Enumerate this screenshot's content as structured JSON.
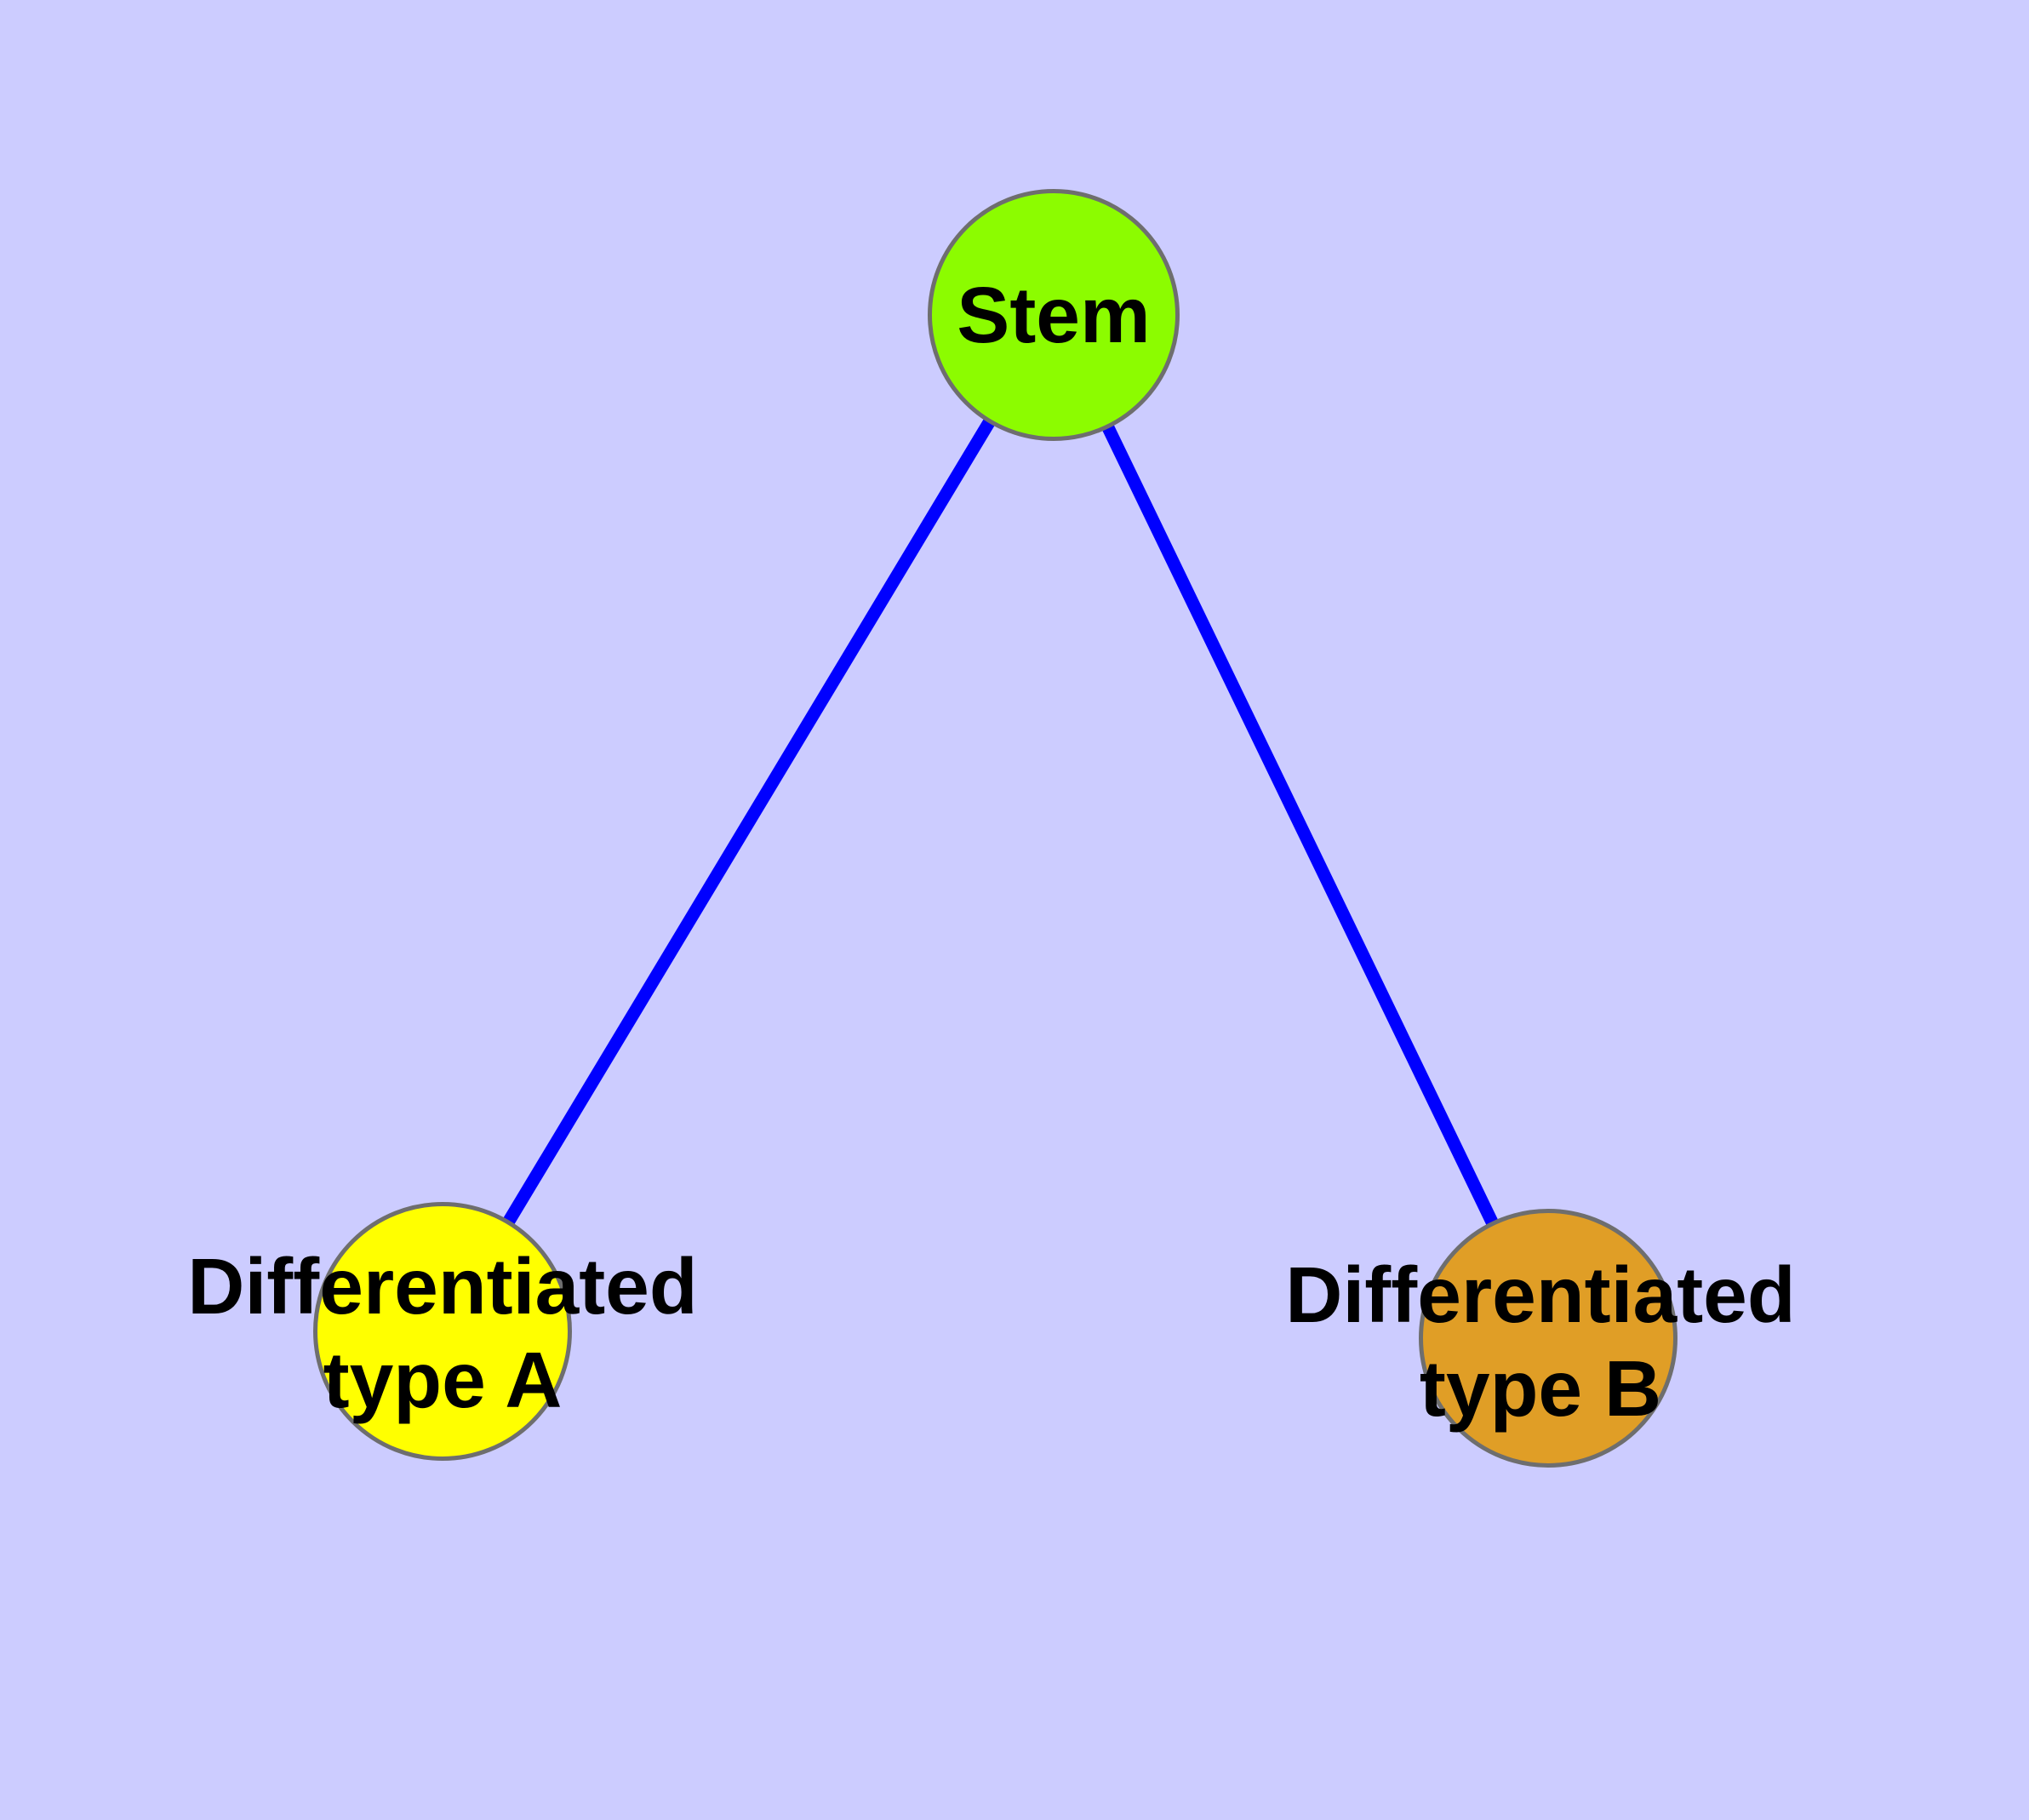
{
  "diagram": {
    "background_color": "#CCCCFF",
    "edge_color": "#0000FF",
    "node_border_color": "#6E6E6E",
    "text_color": "#000000",
    "nodes": [
      {
        "id": "stem",
        "label": "Stem",
        "fill_color": "#8CFC00"
      },
      {
        "id": "differentiated-type-a",
        "label_line1": "Differentiated",
        "label_line2": "type A",
        "fill_color": "#FFFF00"
      },
      {
        "id": "differentiated-type-b",
        "label_line1": "Differentiated",
        "label_line2": "type B",
        "fill_color": "#E09E26"
      }
    ],
    "edges": [
      {
        "from": "Stem",
        "to": "Differentiated type A"
      },
      {
        "from": "Stem",
        "to": "Differentiated type B"
      }
    ]
  }
}
